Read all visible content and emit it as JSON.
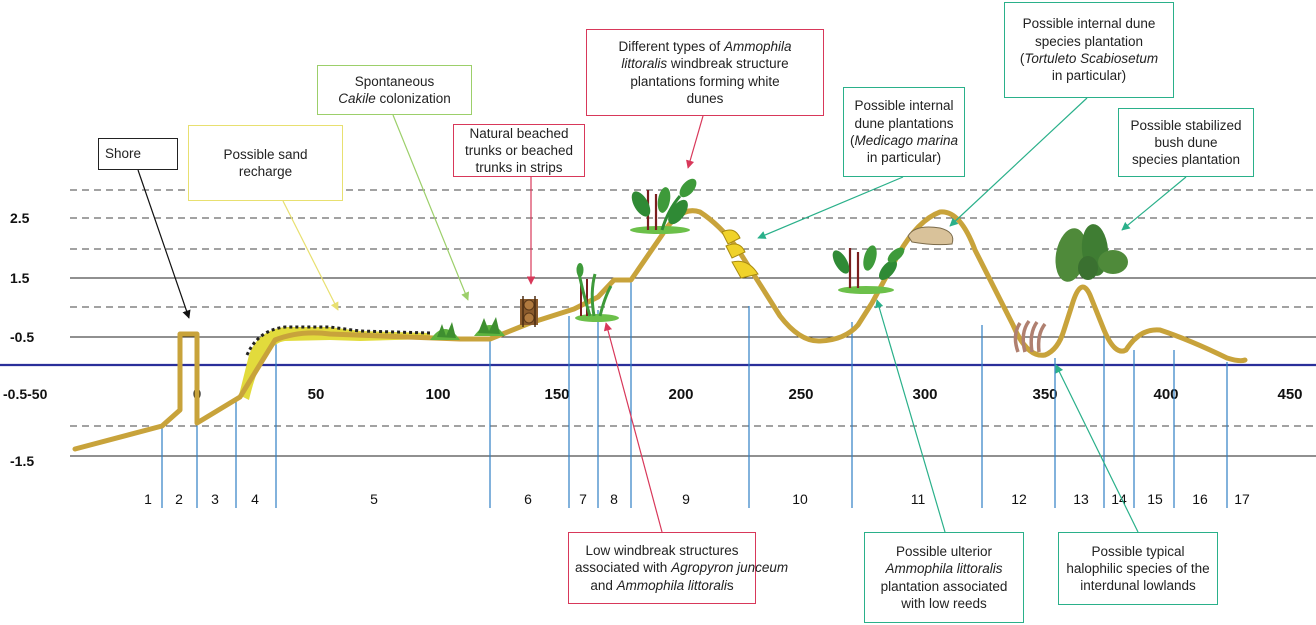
{
  "y_axis": {
    "ticks": [
      "2.5",
      "1.5",
      "-0.5",
      "-0.5-50",
      "-1.5"
    ]
  },
  "x_axis": {
    "ticks": [
      "0",
      "50",
      "100",
      "150",
      "200",
      "250",
      "300",
      "350",
      "400",
      "450"
    ]
  },
  "zones": [
    "1",
    "2",
    "3",
    "4",
    "5",
    "6",
    "7",
    "8",
    "9",
    "10",
    "11",
    "12",
    "13",
    "14",
    "15",
    "16",
    "17"
  ],
  "colors": {
    "profile": "#c8a33b",
    "sea_level": "#2a2f9a",
    "sand_recharge": "#e2db3c",
    "vegetation": "#3e9a3a",
    "arrow_teal": "#2ab08a",
    "arrow_red": "#d8385a",
    "arrow_yellow": "#e8e070",
    "arrow_lightgreen": "#9ccf6a"
  },
  "callouts": {
    "shore": {
      "lines": [
        [
          "Shore"
        ]
      ]
    },
    "sand_recharge": {
      "lines": [
        [
          "Possible sand"
        ],
        [
          "recharge"
        ]
      ]
    },
    "cakile": {
      "lines": [
        [
          "Spontaneous"
        ],
        [
          "",
          "Cakile",
          " colonization"
        ]
      ]
    },
    "trunks": {
      "lines": [
        [
          "Natural beached"
        ],
        [
          "trunks or beached"
        ],
        [
          "trunks in strips"
        ]
      ]
    },
    "ammophila_types": {
      "lines": [
        [
          "Different types of ",
          "Ammophila"
        ],
        [
          "",
          "littoralis",
          " windbreak structure"
        ],
        [
          "plantations forming white"
        ],
        [
          "dunes"
        ]
      ]
    },
    "medicago": {
      "lines": [
        [
          "Possible internal"
        ],
        [
          "dune plantations"
        ],
        [
          "(",
          "Medicago marina",
          ""
        ],
        [
          "in particular)"
        ]
      ]
    },
    "tortuleto": {
      "lines": [
        [
          "Possible internal dune"
        ],
        [
          "species plantation"
        ],
        [
          "(",
          "Tortuleto Scabiosetum",
          ""
        ],
        [
          "in particular)"
        ]
      ]
    },
    "bush": {
      "lines": [
        [
          "Possible stabilized"
        ],
        [
          "bush dune"
        ],
        [
          "species plantation"
        ]
      ]
    },
    "agropyron": {
      "lines": [
        [
          "Low windbreak structures"
        ],
        [
          "associated with ",
          "Agropyron junceum"
        ],
        [
          "and ",
          "Ammophila littorali",
          "s"
        ]
      ]
    },
    "ulterior": {
      "lines": [
        [
          "Possible ulterior"
        ],
        [
          "",
          "Ammophila littoralis"
        ],
        [
          "plantation associated"
        ],
        [
          "with low reeds"
        ]
      ]
    },
    "halophilic": {
      "lines": [
        [
          "Possible typical"
        ],
        [
          "halophilic species of the"
        ],
        [
          "interdunal lowlands"
        ]
      ]
    }
  }
}
